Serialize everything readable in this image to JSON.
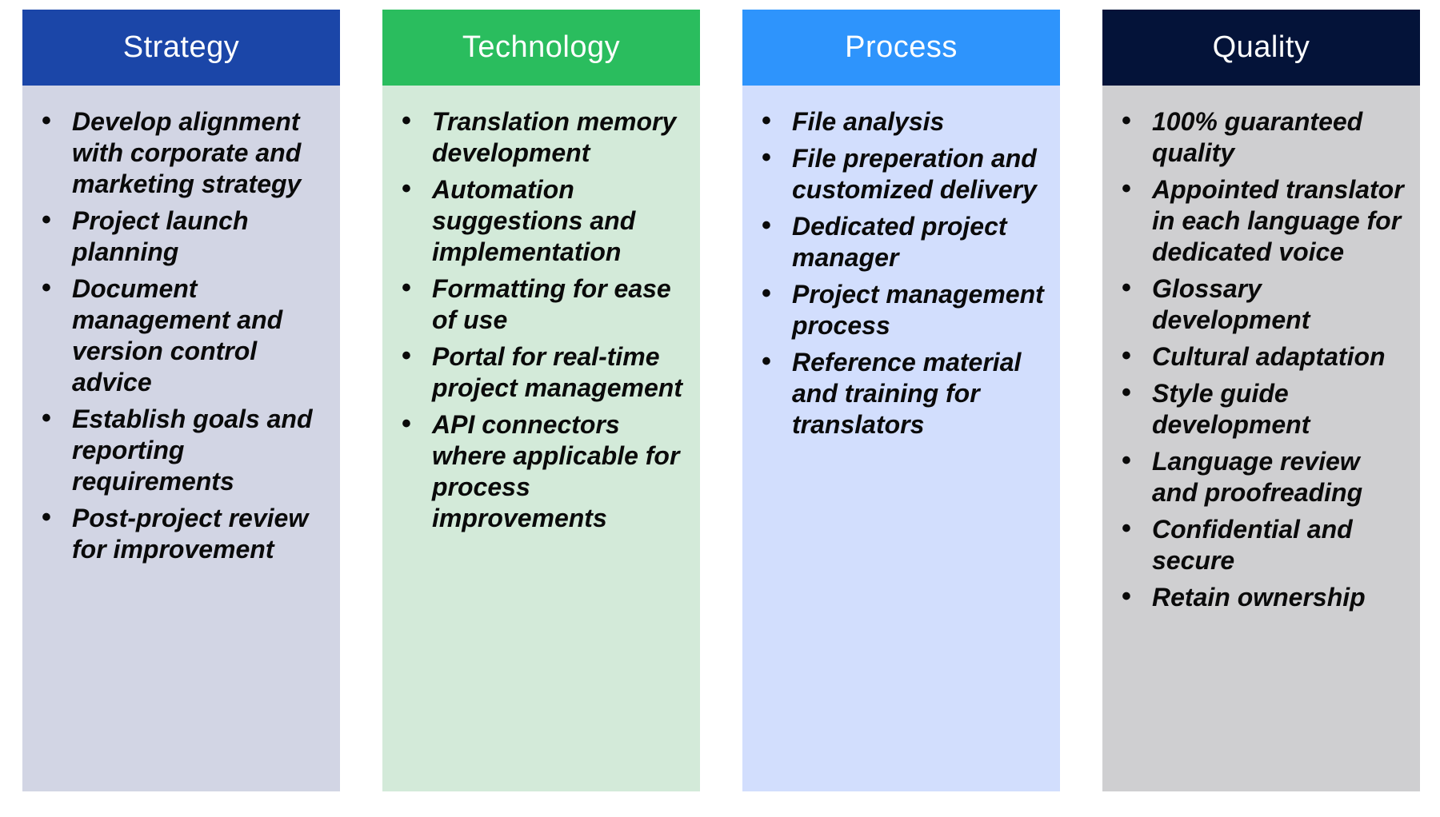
{
  "columns": [
    {
      "title": "Strategy",
      "header_color": "#1b46a8",
      "body_color": "#d2d5e4",
      "items": [
        "Develop alignment with corporate and marketing strategy",
        "Project launch planning",
        "Document management and version control advice",
        "Establish goals and reporting requirements",
        "Post-project review for improvement"
      ]
    },
    {
      "title": "Technology",
      "header_color": "#2abd5e",
      "body_color": "#d3ead9",
      "items": [
        "Translation memory development",
        "Automation suggestions and implementation",
        "Formatting for ease of use",
        "Portal for real-time project management",
        "API connectors where applicable for process improvements"
      ]
    },
    {
      "title": "Process",
      "header_color": "#2e94fc",
      "body_color": "#d2defd",
      "items": [
        "File analysis",
        "File preperation and customized delivery",
        "Dedicated project manager",
        "Project management process",
        "Reference material and training for translators"
      ]
    },
    {
      "title": "Quality",
      "header_color": "#041339",
      "body_color": "#cfcfd1",
      "items": [
        "100% guaranteed quality",
        "Appointed translator in each language for dedicated voice",
        "Glossary development",
        "Cultural adaptation",
        "Style guide development",
        "Language review and proofreading",
        "Confidential and secure",
        "Retain ownership"
      ]
    }
  ]
}
